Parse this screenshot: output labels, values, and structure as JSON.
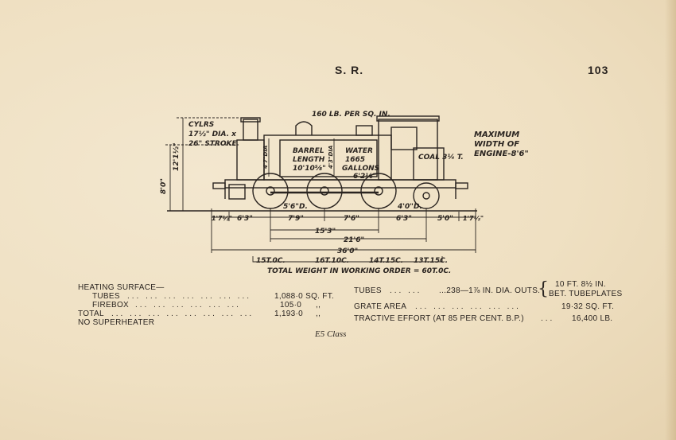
{
  "header": {
    "railway": "S. R.",
    "page_number": "103"
  },
  "diagram": {
    "pressure": "160 LB. PER SQ. IN.",
    "cylinders": [
      "CYLRS",
      "17½\" DIA. x",
      "26\" STROKE"
    ],
    "boiler_height": "12'1½\"",
    "overall_height": "8'0\"",
    "barrel_length": [
      "BARREL",
      "LENGTH",
      "10'10⅝\""
    ],
    "water": [
      "WATER",
      "1665",
      "GALLONS"
    ],
    "firebox_dim": "4'3\"DIA",
    "front_dim": "4'7\"DIA",
    "tank_len": "6'2⅛\"",
    "coal": "COAL 3¼ T.",
    "max_width": [
      "MAXIMUM",
      "WIDTH OF",
      "ENGINE-8'6\""
    ],
    "driving_wheel": "5'6\"D.",
    "trailing_wheel": "4'0\"D.",
    "spacings": [
      "1'7½\"",
      "6'3\"",
      "7'9\"",
      "7'6\"",
      "6'3\"",
      "5'0\"",
      "1'7½\""
    ],
    "coupled_base": "15'3\"",
    "rigid_base": "21'6\"",
    "total_length": "36'0\"",
    "axle_weights": [
      "15T.0C.",
      "16T.10C.",
      "14T.15C.",
      "13T.15C."
    ],
    "total_weight": "TOTAL WEIGHT IN WORKING ORDER = 60T.0C."
  },
  "specs": {
    "heating_title": "HEATING SURFACE—",
    "tubes_label": "TUBES",
    "tubes_value": "1,088·0 SQ. FT.",
    "firebox_label": "FIREBOX",
    "firebox_value": "105·0",
    "total_label": "TOTAL",
    "total_value": "1,193·0",
    "ditto": ",,",
    "superheater": "NO SUPERHEATER",
    "tubes2_label": "TUBES",
    "tubes2_value": "...238—1⅞ IN. DIA. OUTS.",
    "tubes2_len": "10 FT. 8½ IN.",
    "tubes2_bet": "BET. TUBEPLATES",
    "grate_label": "GRATE AREA",
    "grate_value": "19·32 SQ. FT.",
    "tractive_label": "TRACTIVE EFFORT (AT 85 PER CENT. B.P.)",
    "tractive_value": "16,400 LB."
  },
  "caption": "E5 Class"
}
